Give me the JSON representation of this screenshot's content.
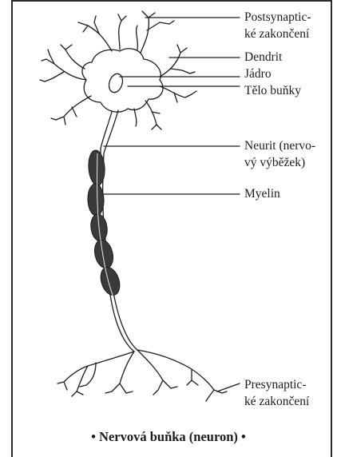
{
  "labels": {
    "postsynaptic_1": "Postsynaptic-",
    "postsynaptic_2": "ké zakončení",
    "dendrit": "Dendrit",
    "jadro": "Jádro",
    "telo": "Tělo buňky",
    "neurit_1": "Neurit (nervo-",
    "neurit_2": "vý výběžek)",
    "myelin": "Myelin",
    "presynaptic_1": "Presynaptic-",
    "presynaptic_2": "ké zakončení"
  },
  "caption": "• Nervová buňka (neuron) •",
  "colors": {
    "ink": "#1c1c1c",
    "myelin": "#3a3a3a",
    "background": "#ffffff"
  }
}
